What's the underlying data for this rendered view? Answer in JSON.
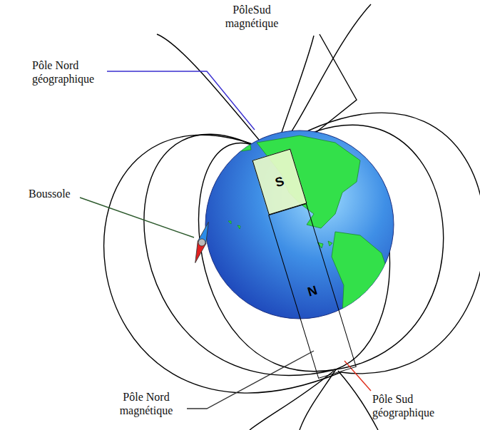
{
  "diagram": {
    "nodes": [
      {
        "text": [
          "S"
        ]
      },
      {
        "text": [
          "N"
        ]
      }
    ],
    "labels": [
      "PôleSud magnétique",
      "Pôle Nord géographique",
      "Boussole",
      "Pôle Nord magnétique",
      "Pôle Sud géographique"
    ]
  }
}
